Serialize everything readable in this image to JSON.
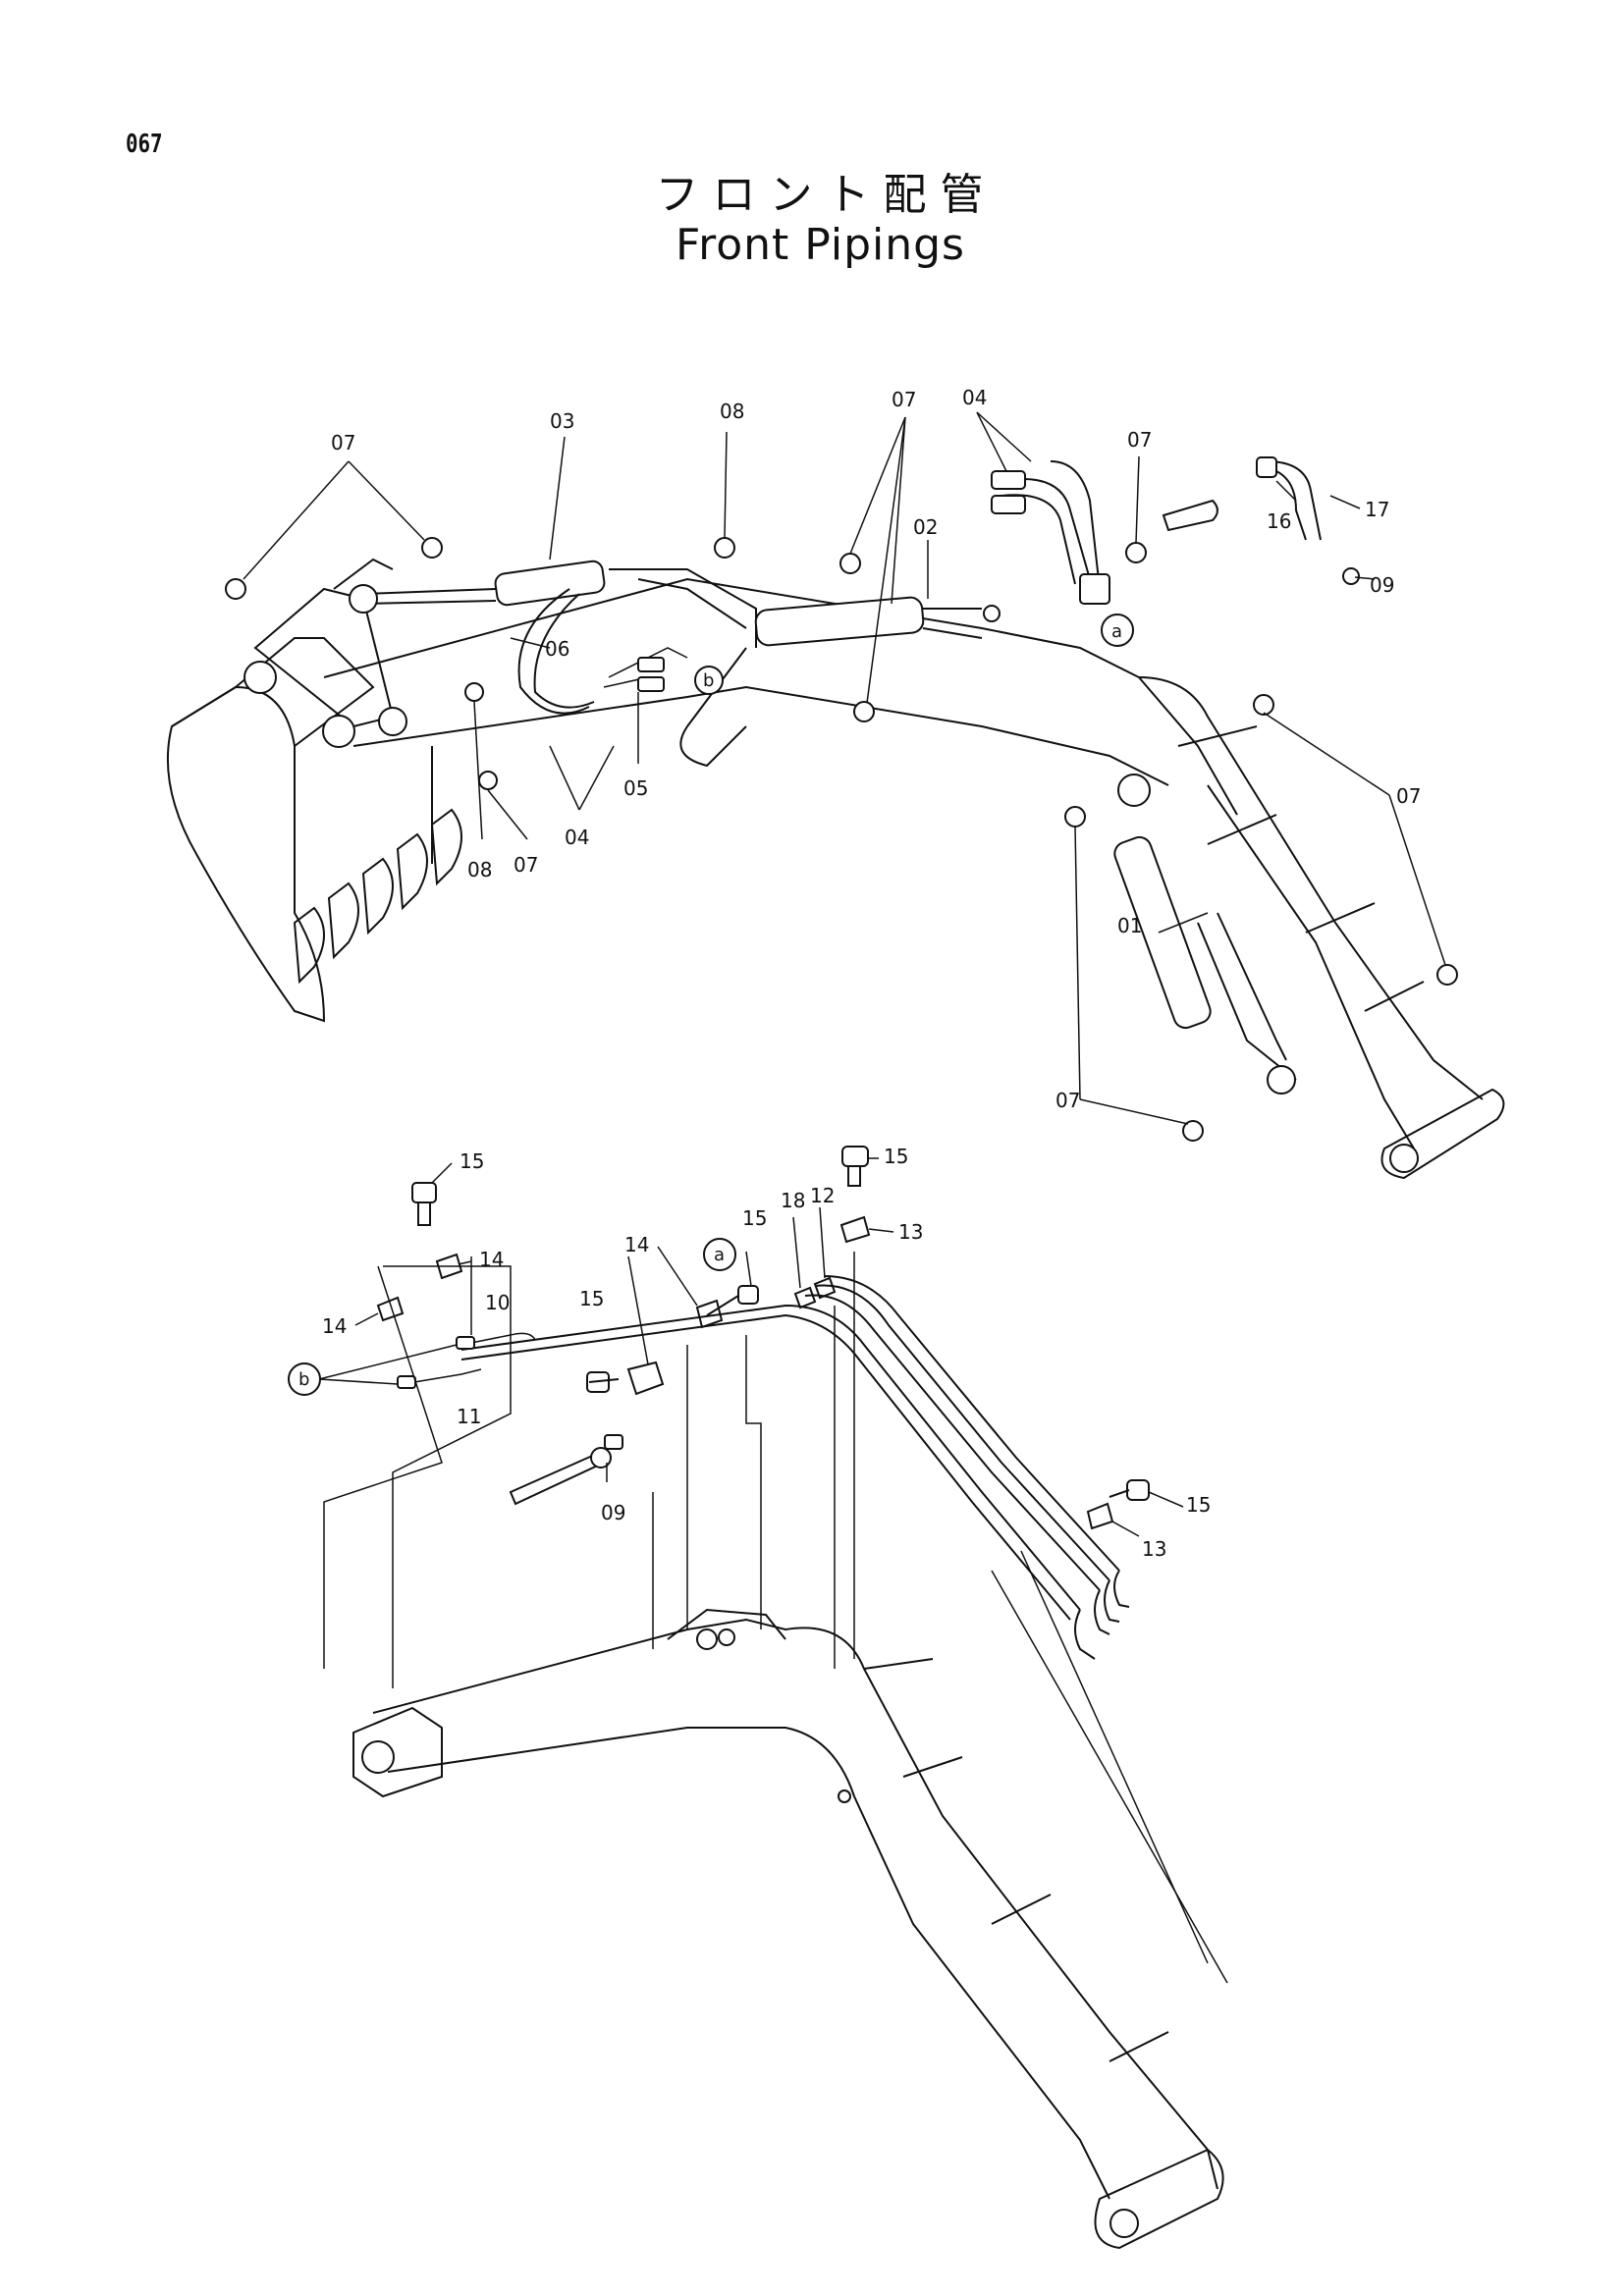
{
  "page_number": "067",
  "title_jp": "フロント配管",
  "title_en": "Front Pipings",
  "callout_letters": {
    "a": "a",
    "b": "b"
  },
  "top_view_labels": {
    "l07_left": "07",
    "l03": "03",
    "l08_top": "08",
    "l07_mid": "07",
    "l04_top": "04",
    "l07_right": "07",
    "l16": "16",
    "l17": "17",
    "l09": "09",
    "l02": "02",
    "l06": "06",
    "l05": "05",
    "l04_bottom": "04",
    "l08_bottom": "08",
    "l07_bottom": "07",
    "l07_far_right": "07",
    "l01": "01",
    "l07_lower": "07"
  },
  "bottom_view_labels": {
    "l15_left": "15",
    "l14_left_upper": "14",
    "l14_left_lower": "14",
    "l10": "10",
    "l11": "11",
    "l15_mid": "15",
    "l14_mid": "14",
    "l15_a": "15",
    "l18": "18",
    "l12": "12",
    "l15_top_right": "15",
    "l13_top": "13",
    "l09": "09",
    "l15_right": "15",
    "l13_right": "13"
  }
}
